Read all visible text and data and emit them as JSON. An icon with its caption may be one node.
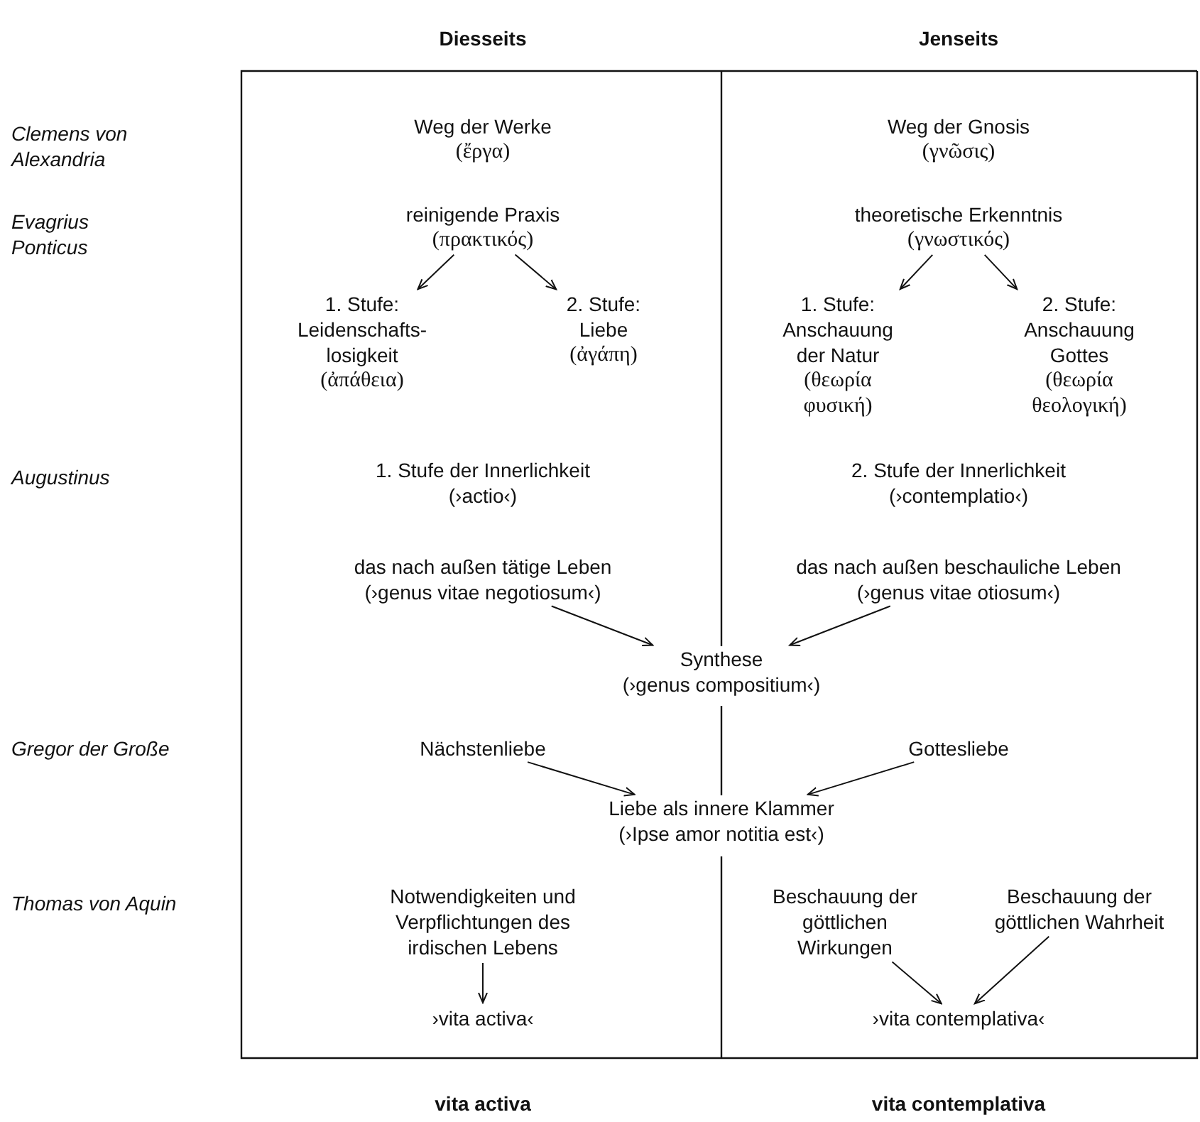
{
  "diagram": {
    "nodes": [
      {
        "text": [
          "Weg der Werke",
          "(ἔργα)"
        ]
      },
      {
        "text": [
          "Weg der Gnosis",
          "(γνῶσις)"
        ]
      },
      {
        "text": [
          "reinigende Praxis",
          "(πρακτικός)"
        ]
      },
      {
        "text": [
          "theoretische Erkenntnis",
          "(γνωστικός)"
        ]
      },
      {
        "text": [
          "1. Stufe: Leidenschafts- losigkeit",
          "(ἀπάθεια)"
        ]
      },
      {
        "text": [
          "2. Stufe: Liebe",
          "(ἀγάπη)"
        ]
      },
      {
        "text": [
          "1. Stufe: Anschauung der Natur",
          "(θεωρία φυσική)"
        ]
      },
      {
        "text": [
          "2. Stufe: Anschauung Gottes",
          "(θεωρία θεολογική)"
        ]
      },
      {
        "text": [
          "1. Stufe der Innerlichkeit",
          "(›actio‹)"
        ]
      },
      {
        "text": [
          "2. Stufe der Innerlichkeit",
          "(›contemplatio‹)"
        ]
      },
      {
        "text": [
          "das nach außen tätige Leben",
          "(›genus vitae negotiosum‹)"
        ]
      },
      {
        "text": [
          "das nach außen beschauliche Leben",
          "(›genus vitae otiosum‹)"
        ]
      },
      {
        "text": [
          "Synthese",
          "(›genus compositium‹)"
        ]
      },
      {
        "text": [
          "Nächstenliebe"
        ]
      },
      {
        "text": [
          "Gottesliebe"
        ]
      },
      {
        "text": [
          "Liebe als innere Klammer",
          "(›Ipse amor notitia est‹)"
        ]
      },
      {
        "text": [
          "Notwendigkeiten und Verpflichtungen des irdischen Lebens"
        ]
      },
      {
        "text": [
          "Beschauung der göttlichen Wirkungen"
        ]
      },
      {
        "text": [
          "Beschauung der göttlichen Wahrheit"
        ]
      },
      {
        "text": [
          "›vita activa‹"
        ]
      },
      {
        "text": [
          "›vita contemplativa‹"
        ]
      }
    ],
    "edges": [
      {
        "from": 2,
        "to": 4,
        "arrow": "to"
      },
      {
        "from": 2,
        "to": 5,
        "arrow": "to"
      },
      {
        "from": 3,
        "to": 6,
        "arrow": "to"
      },
      {
        "from": 3,
        "to": 7,
        "arrow": "to"
      },
      {
        "from": 10,
        "to": 12,
        "arrow": "to"
      },
      {
        "from": 11,
        "to": 12,
        "arrow": "to"
      },
      {
        "from": 13,
        "to": 15,
        "arrow": "to"
      },
      {
        "from": 14,
        "to": 15,
        "arrow": "to"
      },
      {
        "from": 16,
        "to": 19,
        "arrow": "to"
      },
      {
        "from": 17,
        "to": 20,
        "arrow": "to"
      },
      {
        "from": 18,
        "to": 20,
        "arrow": "to"
      }
    ],
    "labels": [
      "Diesseits",
      "Jenseits",
      "Clemens von Alexandria",
      "Evagrius Ponticus",
      "Augustinus",
      "Gregor der Große",
      "Thomas von Aquin",
      "vita activa",
      "vita contemplativa"
    ]
  }
}
